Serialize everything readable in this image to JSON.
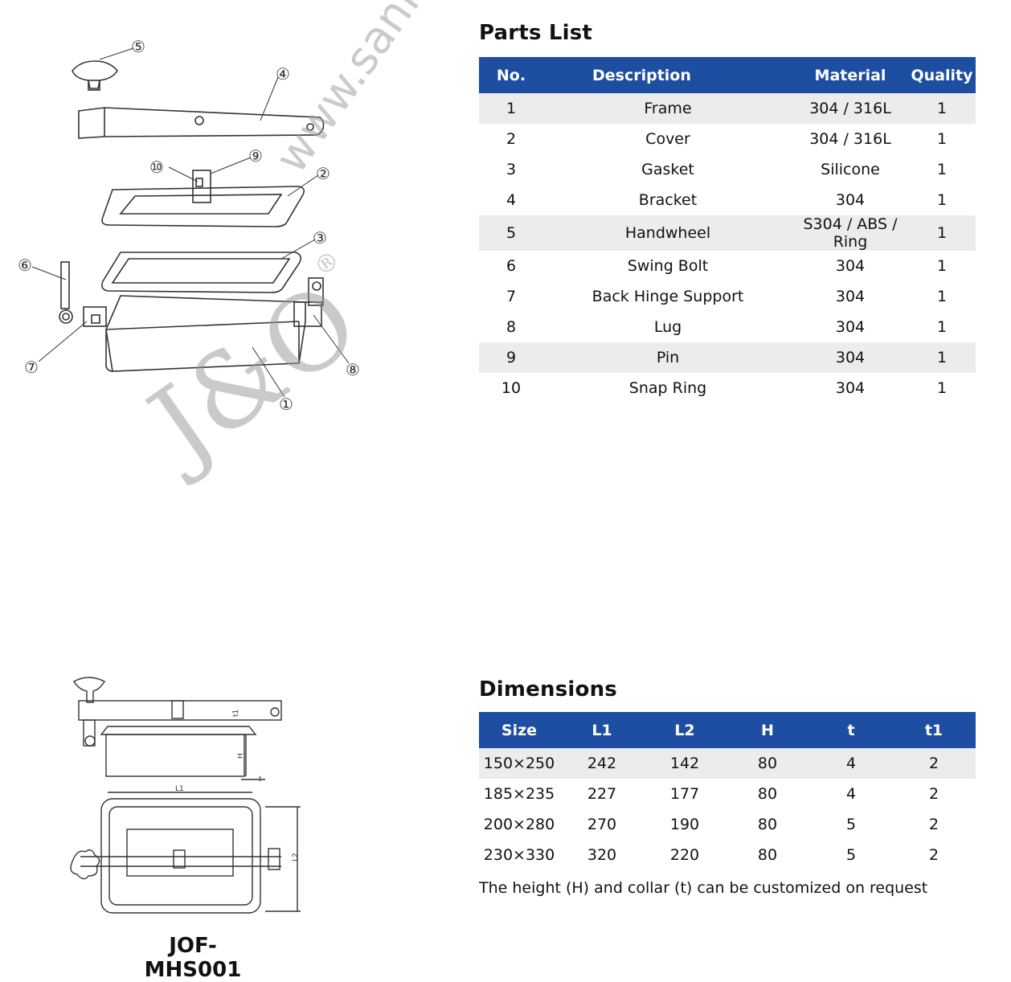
{
  "parts": {
    "heading": "Parts List",
    "columns": [
      "No.",
      "Description",
      "Material",
      "Quality"
    ],
    "rows": [
      [
        "1",
        "Frame",
        "304 / 316L",
        "1"
      ],
      [
        "2",
        "Cover",
        "304 / 316L",
        "1"
      ],
      [
        "3",
        "Gasket",
        "Silicone",
        "1"
      ],
      [
        "4",
        "Bracket",
        "304",
        "1"
      ],
      [
        "5",
        "Handwheel",
        "S304 / ABS / Ring",
        "1"
      ],
      [
        "6",
        "Swing Bolt",
        "304",
        "1"
      ],
      [
        "7",
        "Back Hinge Support",
        "304",
        "1"
      ],
      [
        "8",
        "Lug",
        "304",
        "1"
      ],
      [
        "9",
        "Pin",
        "304",
        "1"
      ],
      [
        "10",
        "Snap Ring",
        "304",
        "1"
      ]
    ]
  },
  "dimensions": {
    "heading": "Dimensions",
    "columns": [
      "Size",
      "L1",
      "L2",
      "H",
      "t",
      "t1"
    ],
    "rows": [
      [
        "150×250",
        "242",
        "142",
        "80",
        "4",
        "2"
      ],
      [
        "185×235",
        "227",
        "177",
        "80",
        "4",
        "2"
      ],
      [
        "200×280",
        "270",
        "190",
        "80",
        "5",
        "2"
      ],
      [
        "230×330",
        "320",
        "220",
        "80",
        "5",
        "2"
      ]
    ],
    "note": "The height (H) and collar (t) can be customized on request"
  },
  "model": "JOF-MHS001",
  "diagram": {
    "callouts": [
      "①",
      "②",
      "③",
      "④",
      "⑤",
      "⑥",
      "⑦",
      "⑧",
      "⑨",
      "⑩"
    ],
    "dimension_labels": [
      "t1",
      "H",
      "t",
      "L1",
      "L2"
    ]
  },
  "watermark": {
    "text": "www.sanitary-valves.com",
    "logo": "J&O",
    "registered": "®"
  },
  "colors": {
    "header_blue": "#1e4ea1",
    "row_stripe": "#ececec"
  }
}
